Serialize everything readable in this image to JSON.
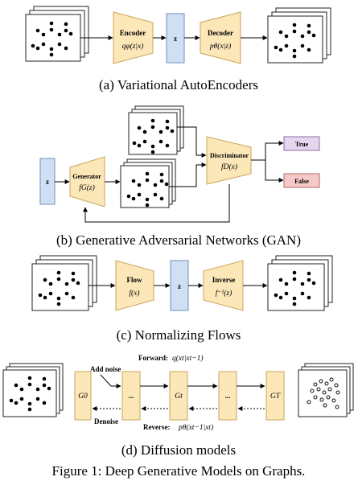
{
  "vae": {
    "encoder": "Encoder",
    "encoder_eq": "qφ(z|x)",
    "z": "z",
    "decoder": "Decoder",
    "decoder_eq": "pθ(x|z)",
    "caption": "(a)  Variational AutoEncoders"
  },
  "gan": {
    "z": "z",
    "generator": "Generator",
    "generator_eq": "fG(z)",
    "discriminator": "Discriminator",
    "discriminator_eq": "fD(x)",
    "true_label": "True",
    "false_label": "False",
    "caption": "(b)  Generative Adversarial Networks (GAN)"
  },
  "flow": {
    "flow": "Flow",
    "flow_eq": "f(x)",
    "z": "z",
    "inverse": "Inverse",
    "inverse_eq": "f⁻¹(z)",
    "caption": "(c)  Normalizing Flows"
  },
  "diffusion": {
    "add_noise": "Add noise",
    "forward": "Forward:",
    "forward_eq": "q(xt|xt−1)",
    "reverse": "Reverse:",
    "reverse_eq": "pθ(xt−1|xt)",
    "denoise": "Denoise",
    "g0": "G0",
    "dots1": "...",
    "gt": "Gt",
    "dots2": "...",
    "gT": "GT",
    "caption": "(d)  Diffusion models"
  },
  "figure_caption": "Figure 1: Deep Generative Models on Graphs.",
  "colors": {
    "trapezoid_fill": "#fbe7b8",
    "z_fill": "#cfe0f5",
    "true_fill": "#e6d5ee",
    "false_fill": "#f6c9c9"
  }
}
